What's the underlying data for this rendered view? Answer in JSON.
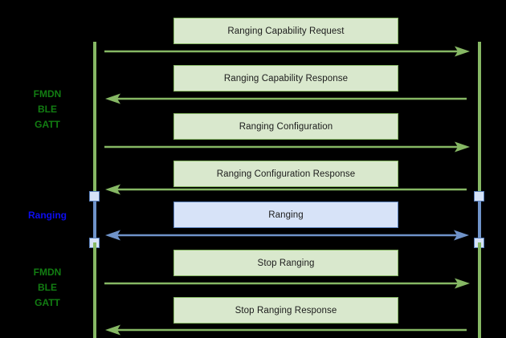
{
  "diagram": {
    "type": "sequence-diagram",
    "background_color": "#000000",
    "colors": {
      "lifeline_green": "#86b864",
      "box_green_fill": "#d9e8cd",
      "box_green_border": "#86b864",
      "box_blue_fill": "#d7e3f8",
      "box_blue_border": "#5b82bd",
      "arrow_green": "#86b864",
      "arrow_blue": "#6f93c9",
      "label_green": "#127d12",
      "label_blue": "#0d0df0",
      "text_color": "#1b1b1b"
    },
    "phase_labels": [
      {
        "id": "phase-gatt-top",
        "text": "FMDN\nBLE\nGATT",
        "line1": "FMDN",
        "line2": "BLE",
        "line3": "GATT",
        "color": "green"
      },
      {
        "id": "phase-ranging",
        "text": "Ranging",
        "color": "blue"
      },
      {
        "id": "phase-gatt-bottom",
        "text": "FMDN\nBLE\nGATT",
        "line1": "FMDN",
        "line2": "BLE",
        "line3": "GATT",
        "color": "green"
      }
    ],
    "messages": [
      {
        "index": 0,
        "label": "Ranging Capability Request",
        "direction": "right",
        "style": "green"
      },
      {
        "index": 1,
        "label": "Ranging Capability Response",
        "direction": "left",
        "style": "green"
      },
      {
        "index": 2,
        "label": "Ranging Configuration",
        "direction": "right",
        "style": "green"
      },
      {
        "index": 3,
        "label": "Ranging Configuration Response",
        "direction": "left",
        "style": "green"
      },
      {
        "index": 4,
        "label": "Ranging",
        "direction": "both",
        "style": "blue"
      },
      {
        "index": 5,
        "label": "Stop Ranging",
        "direction": "right",
        "style": "green"
      },
      {
        "index": 6,
        "label": "Stop Ranging Response",
        "direction": "left",
        "style": "green"
      }
    ]
  }
}
